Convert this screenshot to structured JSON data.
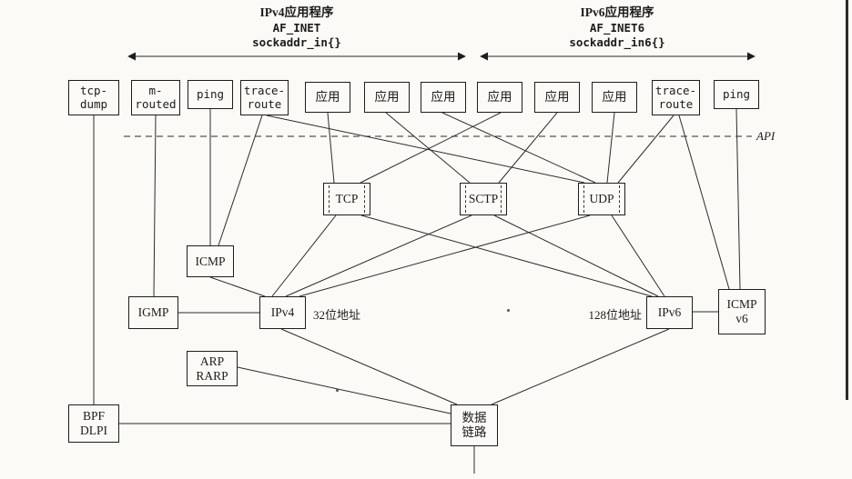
{
  "headers": {
    "ipv4": {
      "title": "IPv4应用程序",
      "family": "AF_INET",
      "struct": "sockaddr_in{}"
    },
    "ipv6": {
      "title": "IPv6应用程序",
      "family": "AF_INET6",
      "struct": "sockaddr_in6{}"
    }
  },
  "api_label": "API",
  "annotations": {
    "addr32": "32位地址",
    "addr128": "128位地址"
  },
  "boxes": {
    "tcpdump": "tcp-\ndump",
    "mrouted": "m-\nrouted",
    "ping4": "ping",
    "traceroute4": "trace-\nroute",
    "app1": "应用",
    "app2": "应用",
    "app3": "应用",
    "app4": "应用",
    "app5": "应用",
    "app6": "应用",
    "traceroute6": "trace-\nroute",
    "ping6": "ping",
    "tcp": "TCP",
    "sctp": "SCTP",
    "udp": "UDP",
    "icmp": "ICMP",
    "igmp": "IGMP",
    "ipv4": "IPv4",
    "ipv6": "IPv6",
    "icmpv6": "ICMP\nv6",
    "arprarp": "ARP\nRARP",
    "bpfdlpi": "BPF\nDLPI",
    "datalink": "数据\n链路"
  },
  "colors": {
    "line": "#2b2b2b",
    "box_border": "#1d1d1d",
    "background": "#fbfaf6"
  }
}
